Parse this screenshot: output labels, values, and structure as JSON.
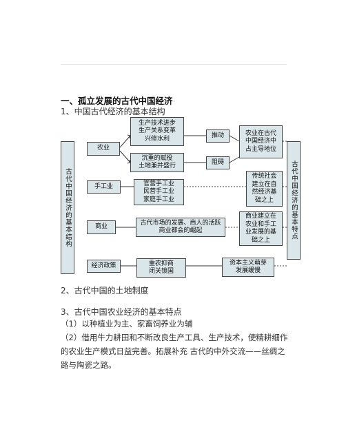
{
  "heading": "一、孤立发展的古代中国经济",
  "section1": "1、中国古代经济的基本结构",
  "diagram": {
    "left_label": "古代中国经济的基本结构",
    "right_label": "古代中国经济的基本特点",
    "agriculture": "农业",
    "handicraft": "手工业",
    "commerce": "商业",
    "policy": "经济政策",
    "agri_tech": "生产技术进步\n生产关系变革\n兴修水利",
    "agri_tax": "沉重的赋役\n土地兼并盛行",
    "promote": "推动",
    "hinder": "阻碍",
    "agri_result": "农业在古代\n中国经济中\n占主导地位",
    "craft_types": "官营手工业\n民营手工业\n家庭手工业",
    "craft_result": "传统社会\n建立在自\n然经济基\n础之上",
    "commerce_dev": "古代市场的发展、商人的活跃\n商业都会的崛起",
    "commerce_result": "商业建立在\n农业和手工\n业发展的基\n础之上",
    "policy_detail": "重农抑商\n闭关锁国",
    "policy_result": "资本主义萌芽\n发展缓慢"
  },
  "section2": "2、古代中国的土地制度",
  "section3": "3、古代中国农业经济的基本特点",
  "point1": "（1）以种植业为主、家畜饲养业为辅",
  "point2": "（2）借用牛力耕田和不断改良生产工具、生产技术，使精耕细作的农业生产模式日益完善。拓展补充 古代的中外交流——丝绸之路与陶瓷之路。"
}
